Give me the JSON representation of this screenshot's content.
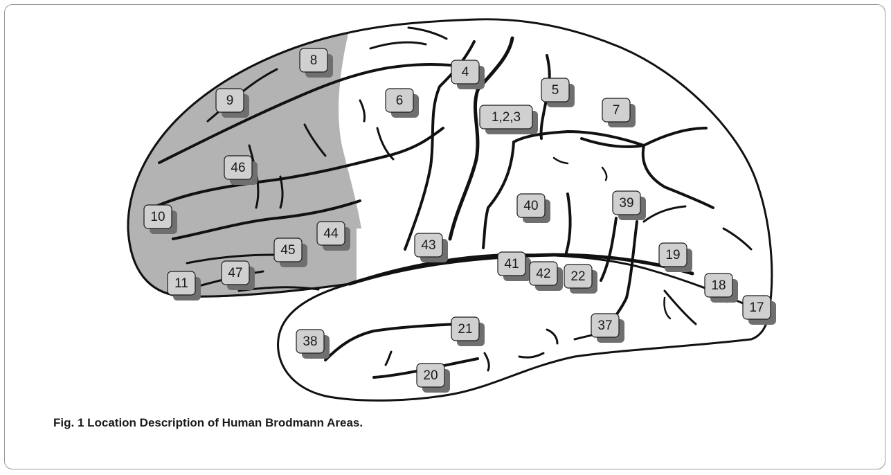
{
  "figure": {
    "caption": "Fig. 1 Location Description of Human Brodmann Areas.",
    "highlight_color": "#b3b3b3",
    "label_fill": "#d0d0d0",
    "areas": [
      "8",
      "4",
      "5",
      "9",
      "6",
      "1,2,3",
      "7",
      "46",
      "40",
      "39",
      "10",
      "44",
      "43",
      "45",
      "41",
      "19",
      "11",
      "47",
      "42",
      "22",
      "18",
      "17",
      "21",
      "37",
      "38",
      "20"
    ]
  }
}
